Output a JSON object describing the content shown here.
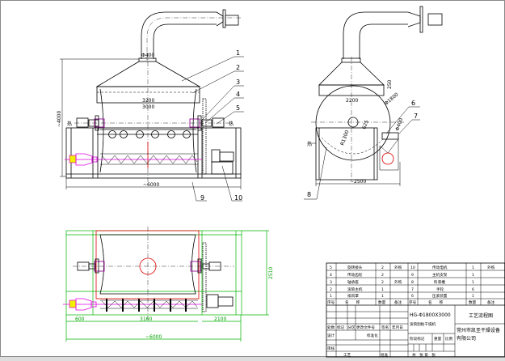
{
  "drawing": {
    "front_view": {
      "dims": {
        "pipe_dia": "Φ400",
        "hood_width": "3200",
        "drum_length": "3000",
        "height": "~4000",
        "length": "~6000"
      },
      "side_arrows": [
        "热",
        "热"
      ],
      "callouts": [
        "1",
        "2",
        "3",
        "4",
        "5",
        "9",
        "10"
      ]
    },
    "side_view": {
      "dims": {
        "hood_width": "2200",
        "hood_height": "250",
        "drum_dia": "Φ1800",
        "outlet_dia": "Φ400",
        "radius": "R1300",
        "offset": "625",
        "width": "~2500"
      },
      "side_arrow": "热",
      "callouts": [
        "6",
        "7",
        "8"
      ]
    },
    "plan_view": {
      "dims": {
        "left": "600",
        "middle": "3160",
        "right": "2100",
        "total": "~6000",
        "depth": "2510"
      }
    }
  },
  "parts_list": {
    "header": {
      "seq": "序号",
      "name": "名　　称",
      "qty": "数量",
      "remark": "备注"
    },
    "left": [
      {
        "seq": "5",
        "name": "旋转接头",
        "qty": "2",
        "remark": "外购"
      },
      {
        "seq": "4",
        "name": "传动齿轮",
        "qty": "2",
        "remark": ""
      },
      {
        "seq": "3",
        "name": "轴承座",
        "qty": "2",
        "remark": "外购"
      },
      {
        "seq": "2",
        "name": "滚筒主机",
        "qty": "1",
        "remark": ""
      },
      {
        "seq": "1",
        "name": "排风罩",
        "qty": "1",
        "remark": ""
      }
    ],
    "right": [
      {
        "seq": "10",
        "name": "传动电机",
        "qty": "1",
        "remark": "外购"
      },
      {
        "seq": "9",
        "name": "主机支架",
        "qty": "1",
        "remark": ""
      },
      {
        "seq": "8",
        "name": "料液槽",
        "qty": "1",
        "remark": ""
      },
      {
        "seq": "7",
        "name": "手轮",
        "qty": "6",
        "remark": ""
      },
      {
        "seq": "6",
        "name": "压紧装置",
        "qty": "1",
        "remark": ""
      }
    ]
  },
  "title_block": {
    "model": "HG-Φ1800X3000",
    "product": "滚筒刮板干燥机",
    "drawing_title": "工艺流程图",
    "company_line1": "常州市凯圣干燥设备",
    "company_line2": "有限公司",
    "rev_headers": [
      "标记",
      "处数",
      "分区",
      "更改文件号",
      "签名",
      "年月日"
    ],
    "design": "设计",
    "standardize": "标准化",
    "review": "审核",
    "process": "工艺",
    "approve": "批准",
    "stage_mark": "阶段标记",
    "weight": "重量",
    "scale": "比例",
    "sheets": "共　张 第　张"
  }
}
